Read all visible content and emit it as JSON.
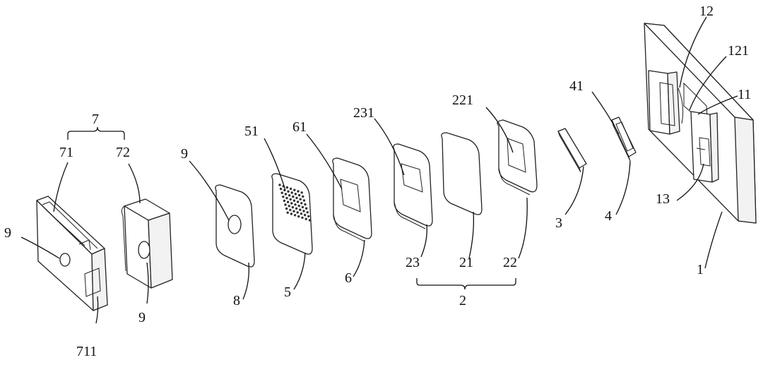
{
  "labels": {
    "l1": "1",
    "l11": "11",
    "l12": "12",
    "l121": "121",
    "l13": "13",
    "l2": "2",
    "l21": "21",
    "l22": "22",
    "l221": "221",
    "l23": "23",
    "l231": "231",
    "l3": "3",
    "l4": "4",
    "l41": "41",
    "l5": "5",
    "l51": "51",
    "l6": "6",
    "l61": "61",
    "l7": "7",
    "l71": "71",
    "l711": "711",
    "l72": "72",
    "l8": "8",
    "l9a": "9",
    "l9b": "9",
    "l9c": "9"
  }
}
